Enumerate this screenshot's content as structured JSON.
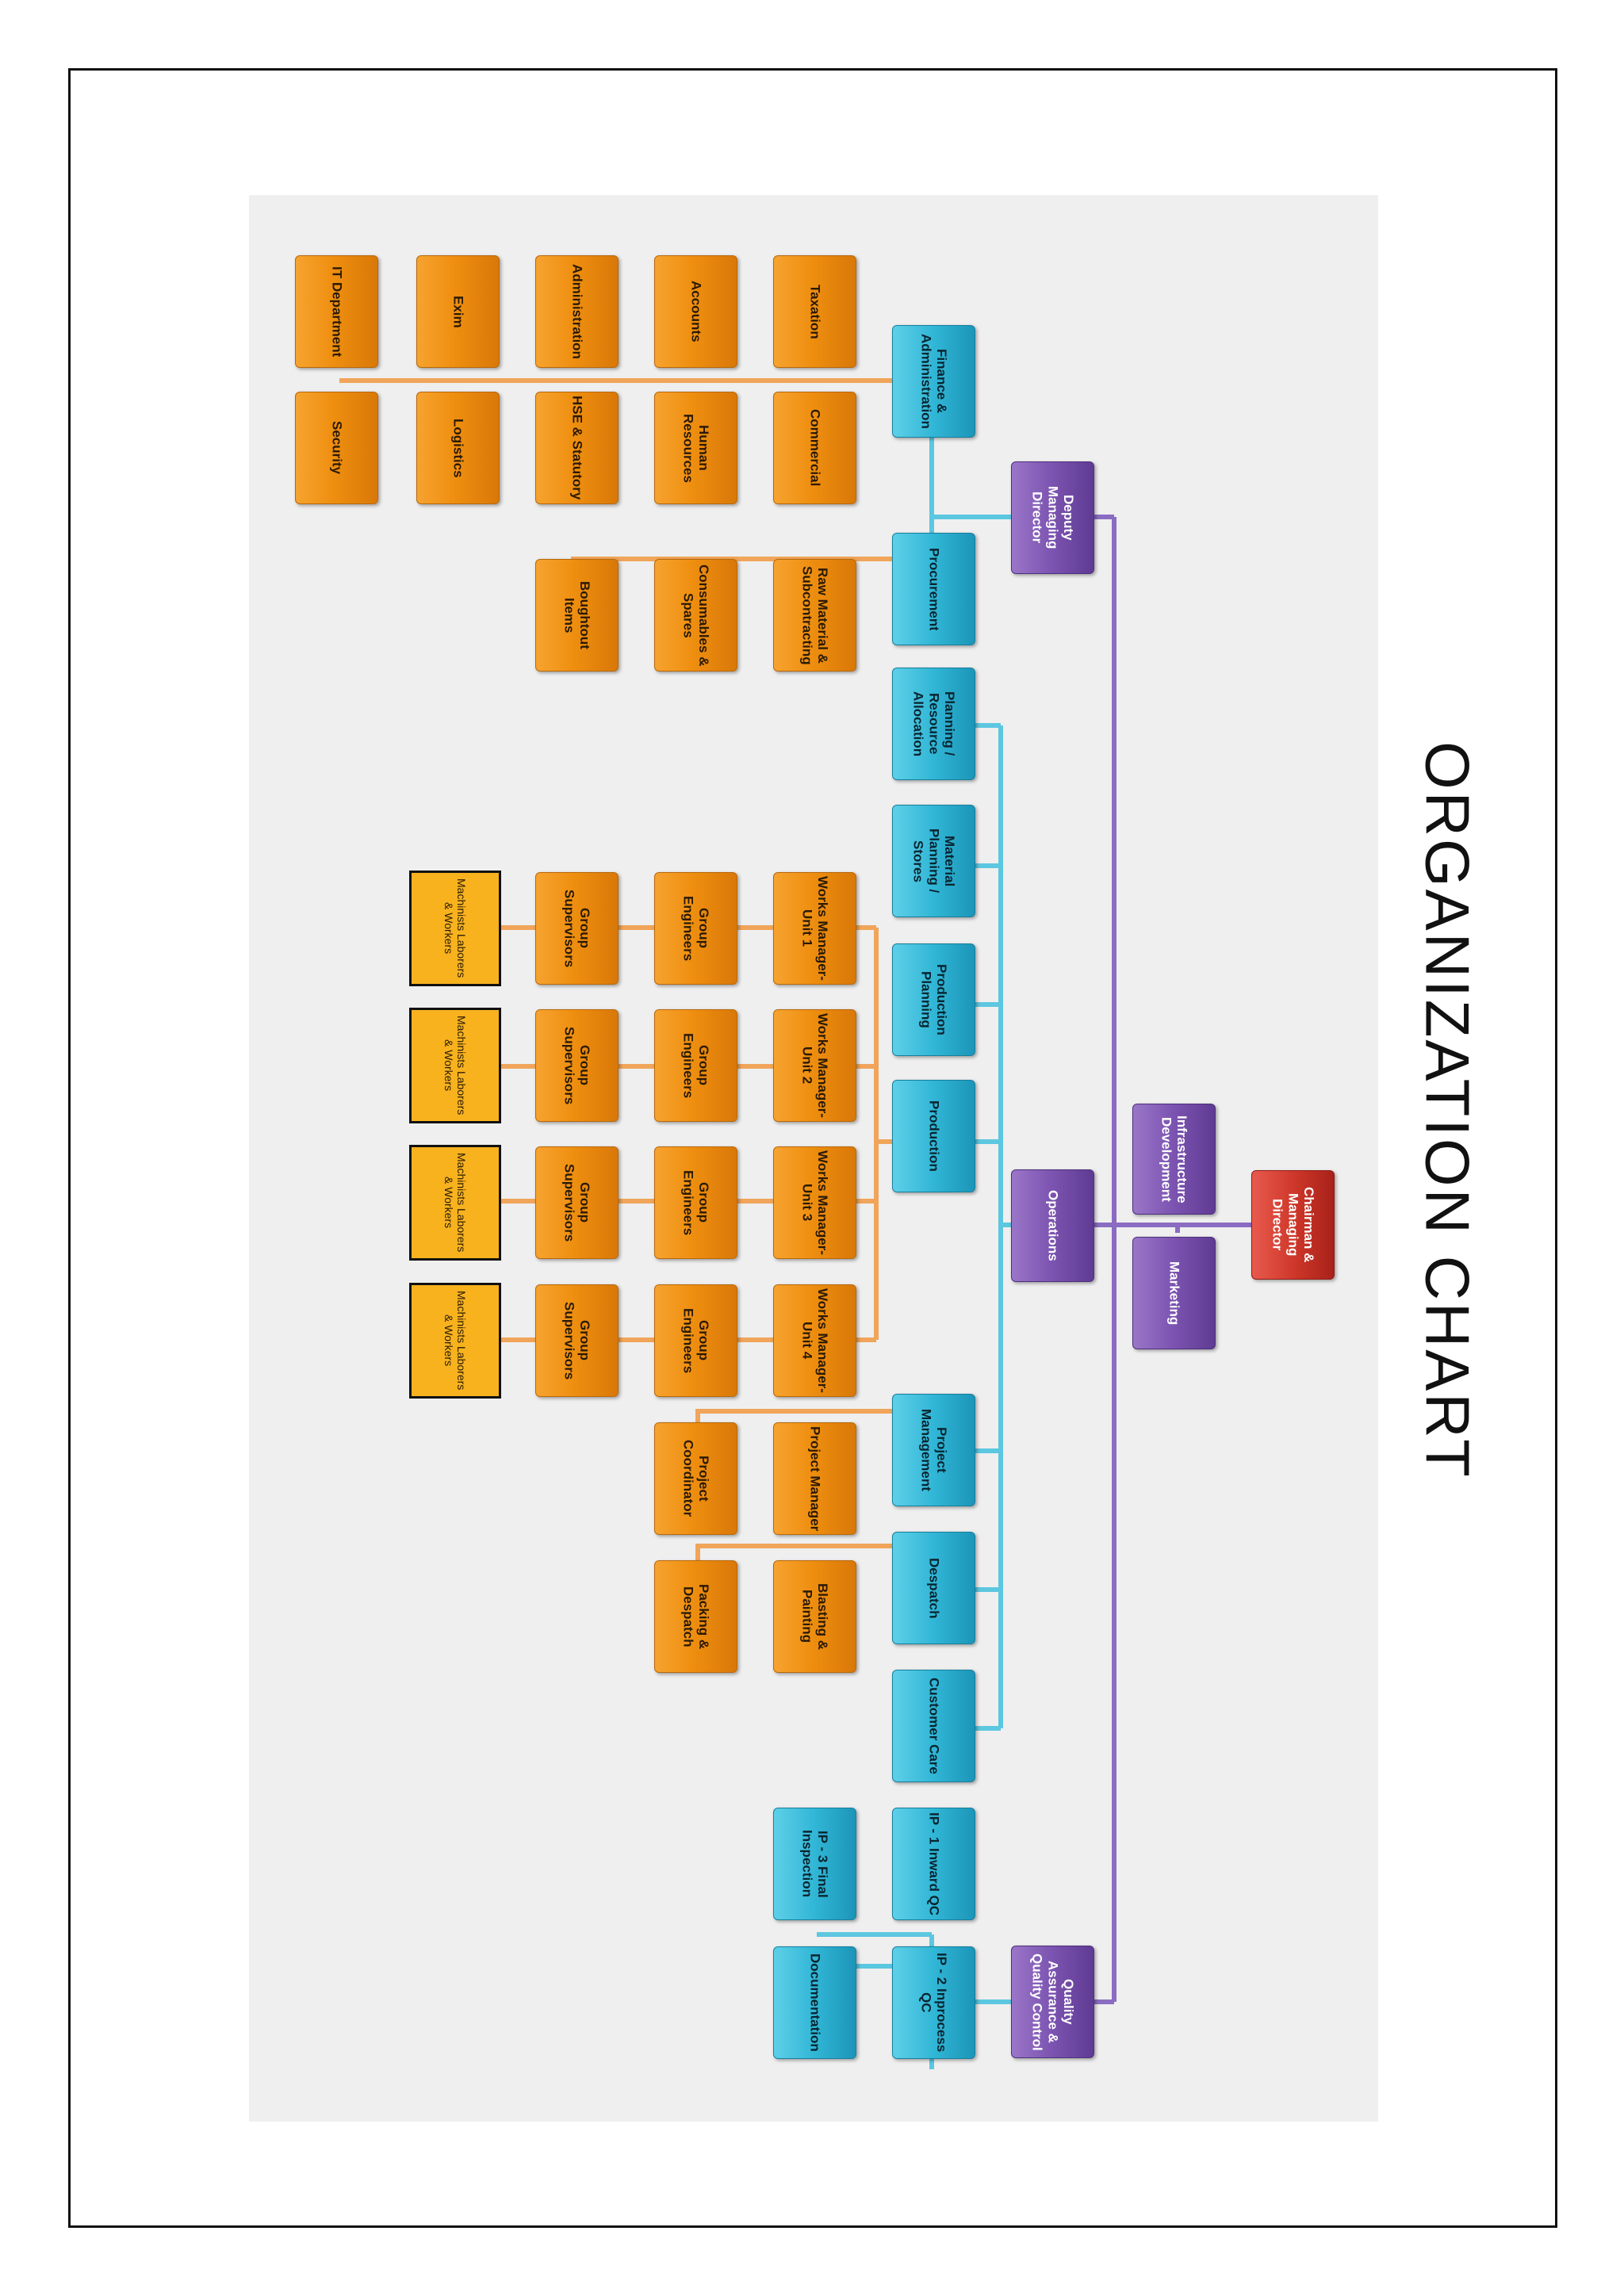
{
  "title": "ORGANIZATION CHART",
  "colors": {
    "orange": "#ef8f10",
    "cyan": "#31b6d6",
    "purple": "#7b53b0",
    "red": "#cc3528",
    "yellow": "#f7b21e",
    "line_orange": "#f0a55a",
    "line_cyan": "#5cc7e0",
    "line_purple": "#8a6cc2"
  },
  "nodes": {
    "chairman": "Chairman & Managing Director",
    "deputy_md": "Deputy Managing Director",
    "infrastructure": "Infrastructure Development",
    "marketing": "Marketing",
    "operations": "Operations",
    "qaqc": "Quality Assurance & Quality Control",
    "finance": "Finance & Administration",
    "procurement": "Procurement",
    "planning": "Planning / Resource Allocation",
    "material_planning": "Material Planning / Stores",
    "production_planning": "Production Planning",
    "production": "Production",
    "project_mgmt": "Project Management",
    "despatch": "Despatch",
    "customer_care": "Customer Care",
    "ip1": "IP - 1 Inward QC",
    "ip2": "IP - 2 Inprocess QC",
    "ip3": "IP - 3 Final Inspection",
    "documentation": "Documentation",
    "taxation": "Taxation",
    "accounts": "Accounts",
    "administration": "Administration",
    "exim": "Exim",
    "it_department": "IT Department",
    "commercial": "Commercial",
    "human_resources": "Human Resources",
    "hse": "HSE & Statutory",
    "logistics": "Logistics",
    "security": "Security",
    "raw_material": "Raw Material & Subcontracting",
    "consumables": "Consumables & Spares",
    "boughtout": "Boughtout Items",
    "works_u1": "Works Manager- Unit 1",
    "works_u2": "Works Manager- Unit 2",
    "works_u3": "Works Manager- Unit 3",
    "works_u4": "Works Manager- Unit 4",
    "group_engineers": "Group Engineers",
    "group_supervisors": "Group Supervisors",
    "machinists": "Machinists Laborers & Workers",
    "project_manager": "Project Manager",
    "project_coordinator": "Project Coordinator",
    "blasting": "Blasting & Painting",
    "packing": "Packing & Despatch"
  }
}
